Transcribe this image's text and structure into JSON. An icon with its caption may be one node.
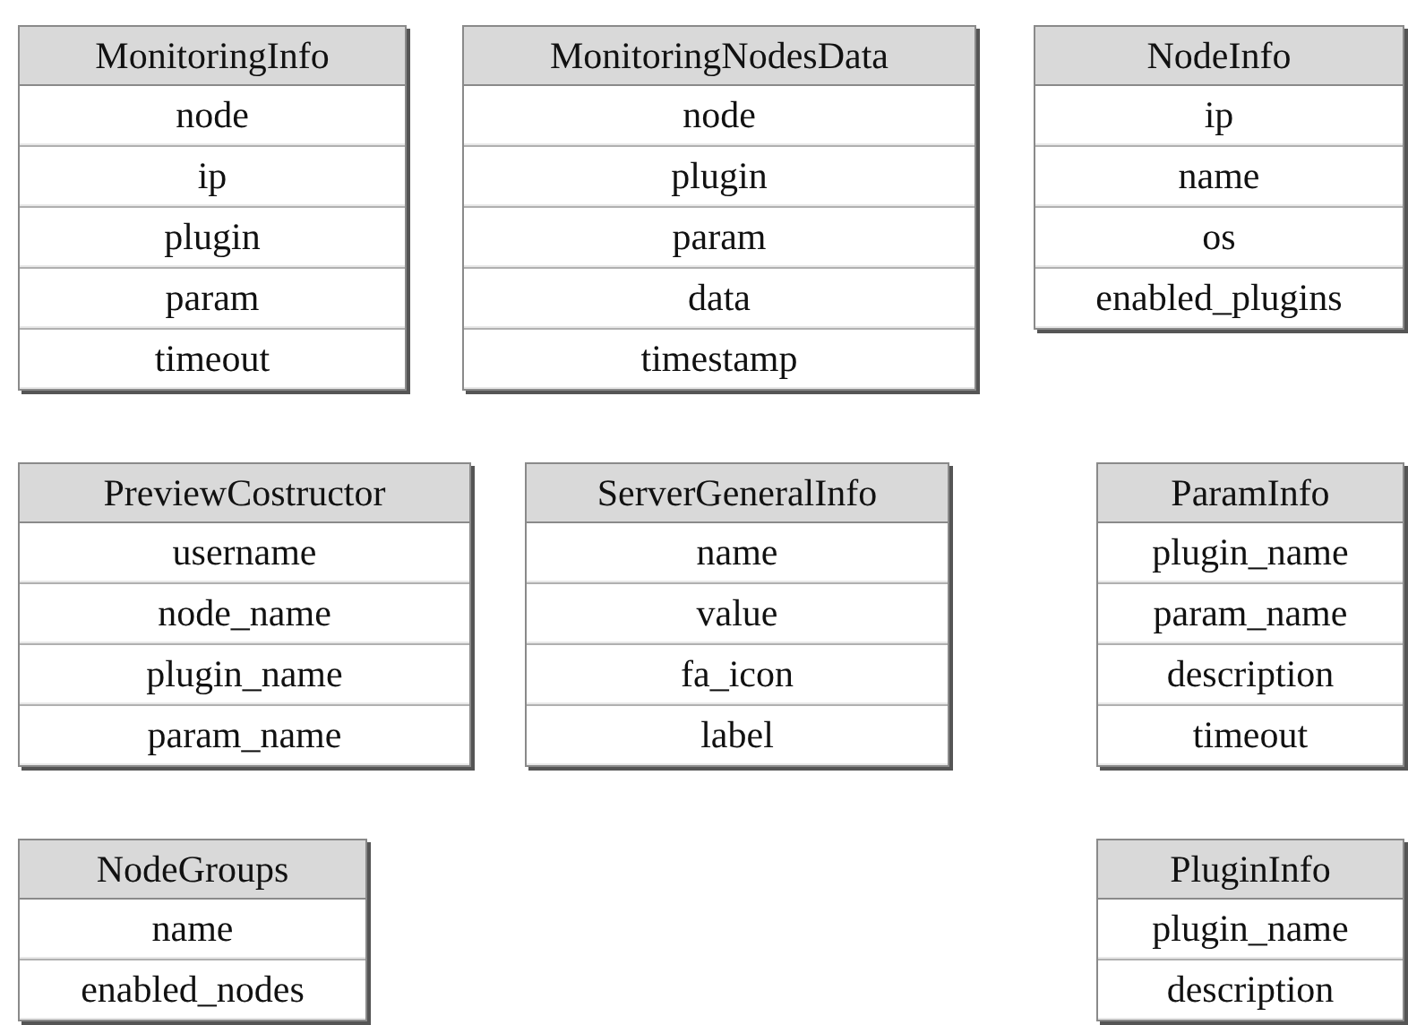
{
  "diagram": {
    "nodes": [
      {
        "text": [
          "MonitoringInfo",
          "node",
          "ip",
          "plugin",
          "param",
          "timeout"
        ]
      },
      {
        "text": [
          "MonitoringNodesData",
          "node",
          "plugin",
          "param",
          "data",
          "timestamp"
        ]
      },
      {
        "text": [
          "NodeInfo",
          "ip",
          "name",
          "os",
          "enabled_plugins"
        ]
      },
      {
        "text": [
          "PreviewCostructor",
          "username",
          "node_name",
          "plugin_name",
          "param_name"
        ]
      },
      {
        "text": [
          "ServerGeneralInfo",
          "name",
          "value",
          "fa_icon",
          "label"
        ]
      },
      {
        "text": [
          "ParamInfo",
          "plugin_name",
          "param_name",
          "description",
          "timeout"
        ]
      },
      {
        "text": [
          "NodeGroups",
          "name",
          "enabled_nodes"
        ]
      },
      {
        "text": [
          "PluginInfo",
          "plugin_name",
          "description"
        ]
      }
    ]
  }
}
